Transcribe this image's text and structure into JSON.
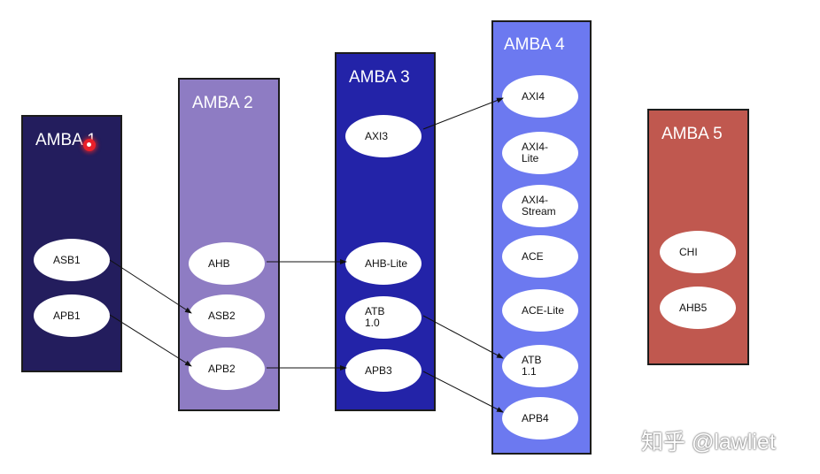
{
  "columns": {
    "amba1": {
      "title": "AMBA 1",
      "color": "#231d5d",
      "nodes": [
        "ASB1",
        "APB1"
      ]
    },
    "amba2": {
      "title": "AMBA 2",
      "color": "#8e7cc3",
      "nodes": [
        "AHB",
        "ASB2",
        "APB2"
      ]
    },
    "amba3": {
      "title": "AMBA 3",
      "color": "#2323a8",
      "nodes": [
        "AXI3",
        "AHB-Lite",
        "ATB\n1.0",
        "APB3"
      ]
    },
    "amba4": {
      "title": "AMBA 4",
      "color": "#6c79f0",
      "nodes": [
        "AXI4",
        "AXI4-\nLite",
        "AXI4-\nStream",
        "ACE",
        "ACE-Lite",
        "ATB\n1.1",
        "APB4"
      ]
    },
    "amba5": {
      "title": "AMBA 5",
      "color": "#c0584f",
      "nodes": [
        "CHI",
        "AHB5"
      ]
    }
  },
  "edges": [
    {
      "from": "ASB1",
      "to": "ASB2"
    },
    {
      "from": "APB1",
      "to": "APB2"
    },
    {
      "from": "AHB",
      "to": "AHB-Lite"
    },
    {
      "from": "APB2",
      "to": "APB3"
    },
    {
      "from": "AXI3",
      "to": "AXI4"
    },
    {
      "from": "ATB 1.0",
      "to": "ATB 1.1"
    },
    {
      "from": "APB3",
      "to": "APB4"
    }
  ],
  "watermark": "知乎 @lawliet"
}
